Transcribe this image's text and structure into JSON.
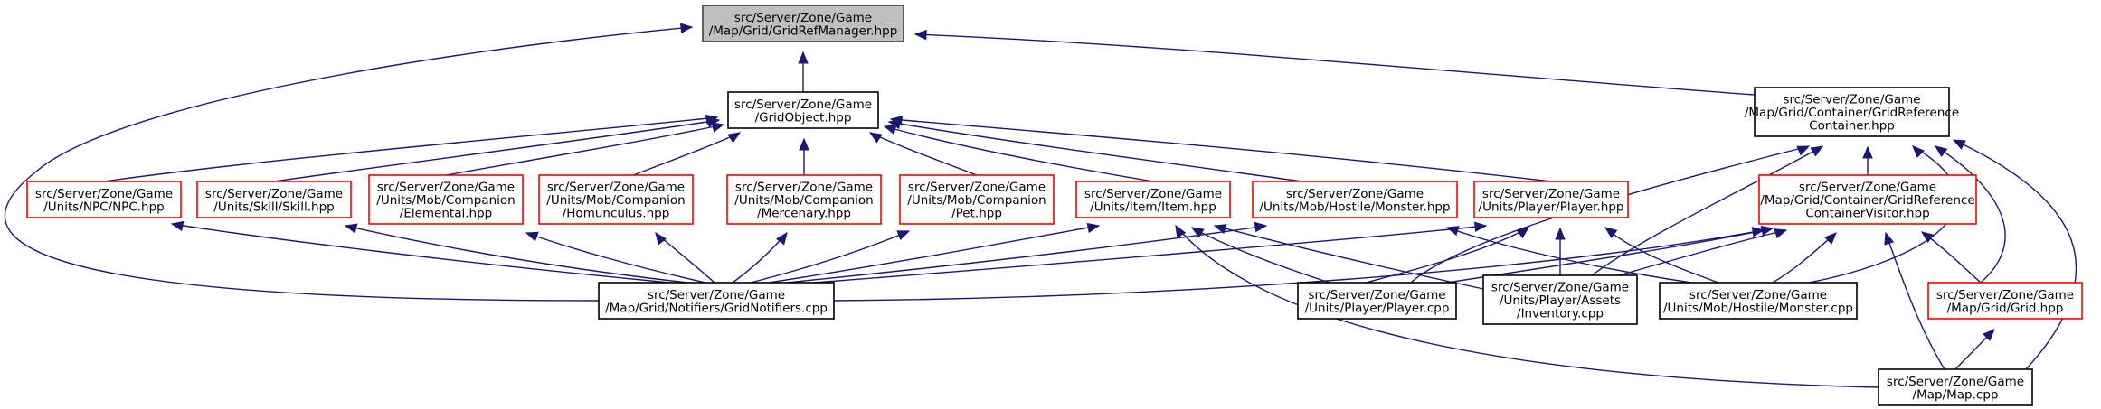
{
  "colors": {
    "edge": "#191970",
    "root_fill": "#bfbfbf",
    "root_border": "#404040",
    "node_border": "#000000",
    "truncated_node_border": "#ff0000"
  },
  "nodes": {
    "gridrefmanager": {
      "lines": [
        "src/Server/Zone/Game",
        "/Map/Grid/GridRefManager.hpp"
      ],
      "style": "root"
    },
    "gridobject": {
      "lines": [
        "src/Server/Zone/Game",
        "/GridObject.hpp"
      ],
      "style": "black"
    },
    "gridrefcontainer": {
      "lines": [
        "src/Server/Zone/Game",
        "/Map/Grid/Container/GridReference",
        "Container.hpp"
      ],
      "style": "black"
    },
    "npc": {
      "lines": [
        "src/Server/Zone/Game",
        "/Units/NPC/NPC.hpp"
      ],
      "style": "red"
    },
    "skill": {
      "lines": [
        "src/Server/Zone/Game",
        "/Units/Skill/Skill.hpp"
      ],
      "style": "red"
    },
    "elemental": {
      "lines": [
        "src/Server/Zone/Game",
        "/Units/Mob/Companion",
        "/Elemental.hpp"
      ],
      "style": "red"
    },
    "homunculus": {
      "lines": [
        "src/Server/Zone/Game",
        "/Units/Mob/Companion",
        "/Homunculus.hpp"
      ],
      "style": "red"
    },
    "mercenary": {
      "lines": [
        "src/Server/Zone/Game",
        "/Units/Mob/Companion",
        "/Mercenary.hpp"
      ],
      "style": "red"
    },
    "pet": {
      "lines": [
        "src/Server/Zone/Game",
        "/Units/Mob/Companion",
        "/Pet.hpp"
      ],
      "style": "red"
    },
    "item": {
      "lines": [
        "src/Server/Zone/Game",
        "/Units/Item/Item.hpp"
      ],
      "style": "red"
    },
    "monster_hpp": {
      "lines": [
        "src/Server/Zone/Game",
        "/Units/Mob/Hostile/Monster.hpp"
      ],
      "style": "red"
    },
    "player_hpp": {
      "lines": [
        "src/Server/Zone/Game",
        "/Units/Player/Player.hpp"
      ],
      "style": "red"
    },
    "visitor": {
      "lines": [
        "src/Server/Zone/Game",
        "/Map/Grid/Container/GridReference",
        "ContainerVisitor.hpp"
      ],
      "style": "red"
    },
    "gridnotifiers": {
      "lines": [
        "src/Server/Zone/Game",
        "/Map/Grid/Notifiers/GridNotifiers.cpp"
      ],
      "style": "black"
    },
    "player_cpp": {
      "lines": [
        "src/Server/Zone/Game",
        "/Units/Player/Player.cpp"
      ],
      "style": "black"
    },
    "inventory": {
      "lines": [
        "src/Server/Zone/Game",
        "/Units/Player/Assets",
        "/Inventory.cpp"
      ],
      "style": "black"
    },
    "monster_cpp": {
      "lines": [
        "src/Server/Zone/Game",
        "/Units/Mob/Hostile/Monster.cpp"
      ],
      "style": "black"
    },
    "grid_hpp": {
      "lines": [
        "src/Server/Zone/Game",
        "/Map/Grid/Grid.hpp"
      ],
      "style": "red"
    },
    "map_cpp": {
      "lines": [
        "src/Server/Zone/Game",
        "/Map/Map.cpp"
      ],
      "style": "black"
    }
  },
  "edges": [
    [
      "gridobject",
      "gridrefmanager"
    ],
    [
      "gridnotifiers",
      "gridrefmanager"
    ],
    [
      "gridrefcontainer",
      "gridrefmanager"
    ],
    [
      "npc",
      "gridobject"
    ],
    [
      "skill",
      "gridobject"
    ],
    [
      "elemental",
      "gridobject"
    ],
    [
      "homunculus",
      "gridobject"
    ],
    [
      "mercenary",
      "gridobject"
    ],
    [
      "pet",
      "gridobject"
    ],
    [
      "item",
      "gridobject"
    ],
    [
      "monster_hpp",
      "gridobject"
    ],
    [
      "player_hpp",
      "gridobject"
    ],
    [
      "npc_to_gn",
      ""
    ],
    [
      "visitor",
      "gridrefcontainer"
    ],
    [
      "player_cpp",
      "gridrefcontainer"
    ],
    [
      "inventory",
      "gridrefcontainer"
    ],
    [
      "monster_cpp",
      "gridrefcontainer"
    ],
    [
      "grid_hpp",
      "gridrefcontainer"
    ],
    [
      "map_cpp",
      "gridrefcontainer"
    ],
    [
      "gridnotifiers",
      "npc"
    ],
    [
      "gridnotifiers",
      "skill"
    ],
    [
      "gridnotifiers",
      "elemental"
    ],
    [
      "gridnotifiers",
      "homunculus"
    ],
    [
      "gridnotifiers",
      "mercenary"
    ],
    [
      "gridnotifiers",
      "pet"
    ],
    [
      "gridnotifiers",
      "item"
    ],
    [
      "gridnotifiers",
      "monster_hpp"
    ],
    [
      "gridnotifiers",
      "player_hpp"
    ],
    [
      "gridnotifiers",
      "visitor"
    ],
    [
      "player_cpp",
      "item"
    ],
    [
      "player_cpp",
      "player_hpp"
    ],
    [
      "player_cpp",
      "visitor"
    ],
    [
      "inventory",
      "item"
    ],
    [
      "inventory",
      "player_hpp"
    ],
    [
      "monster_cpp",
      "monster_hpp"
    ],
    [
      "monster_cpp",
      "player_hpp"
    ],
    [
      "monster_cpp",
      "visitor"
    ],
    [
      "inventory",
      "visitor"
    ],
    [
      "map_cpp",
      "item"
    ],
    [
      "map_cpp",
      "visitor"
    ],
    [
      "grid_hpp",
      "visitor"
    ],
    [
      "map_cpp",
      "grid_hpp"
    ]
  ]
}
